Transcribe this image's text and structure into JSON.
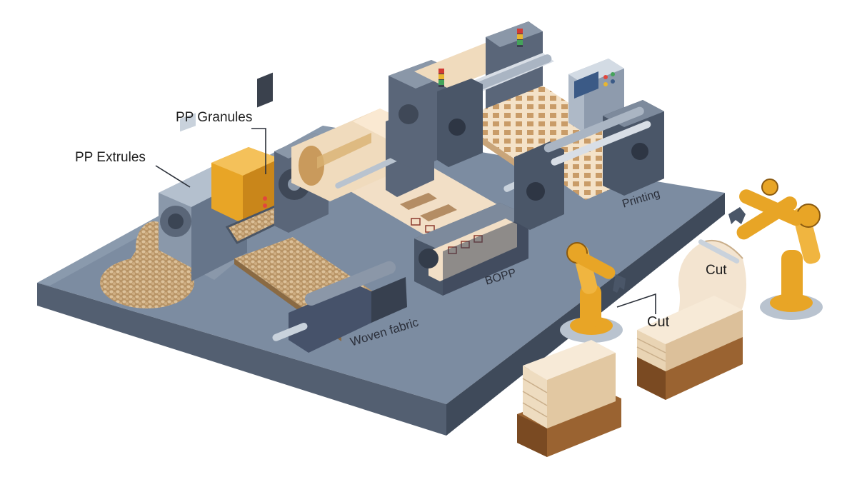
{
  "labels": {
    "pp_granules": "PP Granules",
    "pp_extrules": "PP Extrules",
    "printing": "Printing",
    "bopp": "BOPP",
    "woven_fabric": "Woven fabric",
    "cut_top": "Cut",
    "cut_bottom": "Cut"
  },
  "colors": {
    "platform": "#7d8ea3",
    "machine_frame": "#5d6a7c",
    "film": "#f1dcc1",
    "granules": "#c9a877",
    "robot": "#e8a526",
    "pallet": "#9a6331"
  }
}
